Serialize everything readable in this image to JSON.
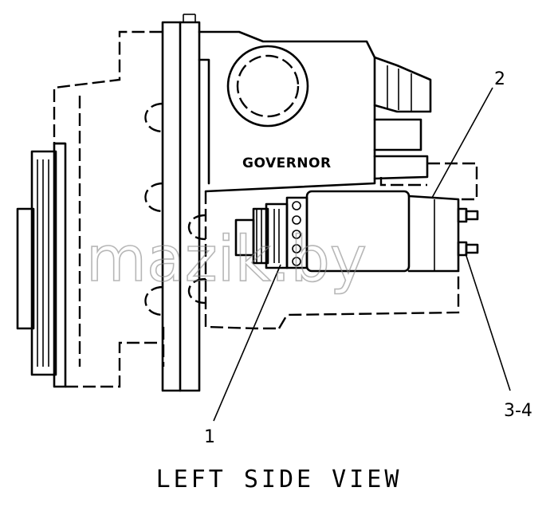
{
  "caption": "LEFT SIDE VIEW",
  "component_label": "GOVERNOR",
  "callouts": {
    "one": "1",
    "two": "2",
    "three_four": "3-4"
  },
  "watermark": "mazik.by"
}
